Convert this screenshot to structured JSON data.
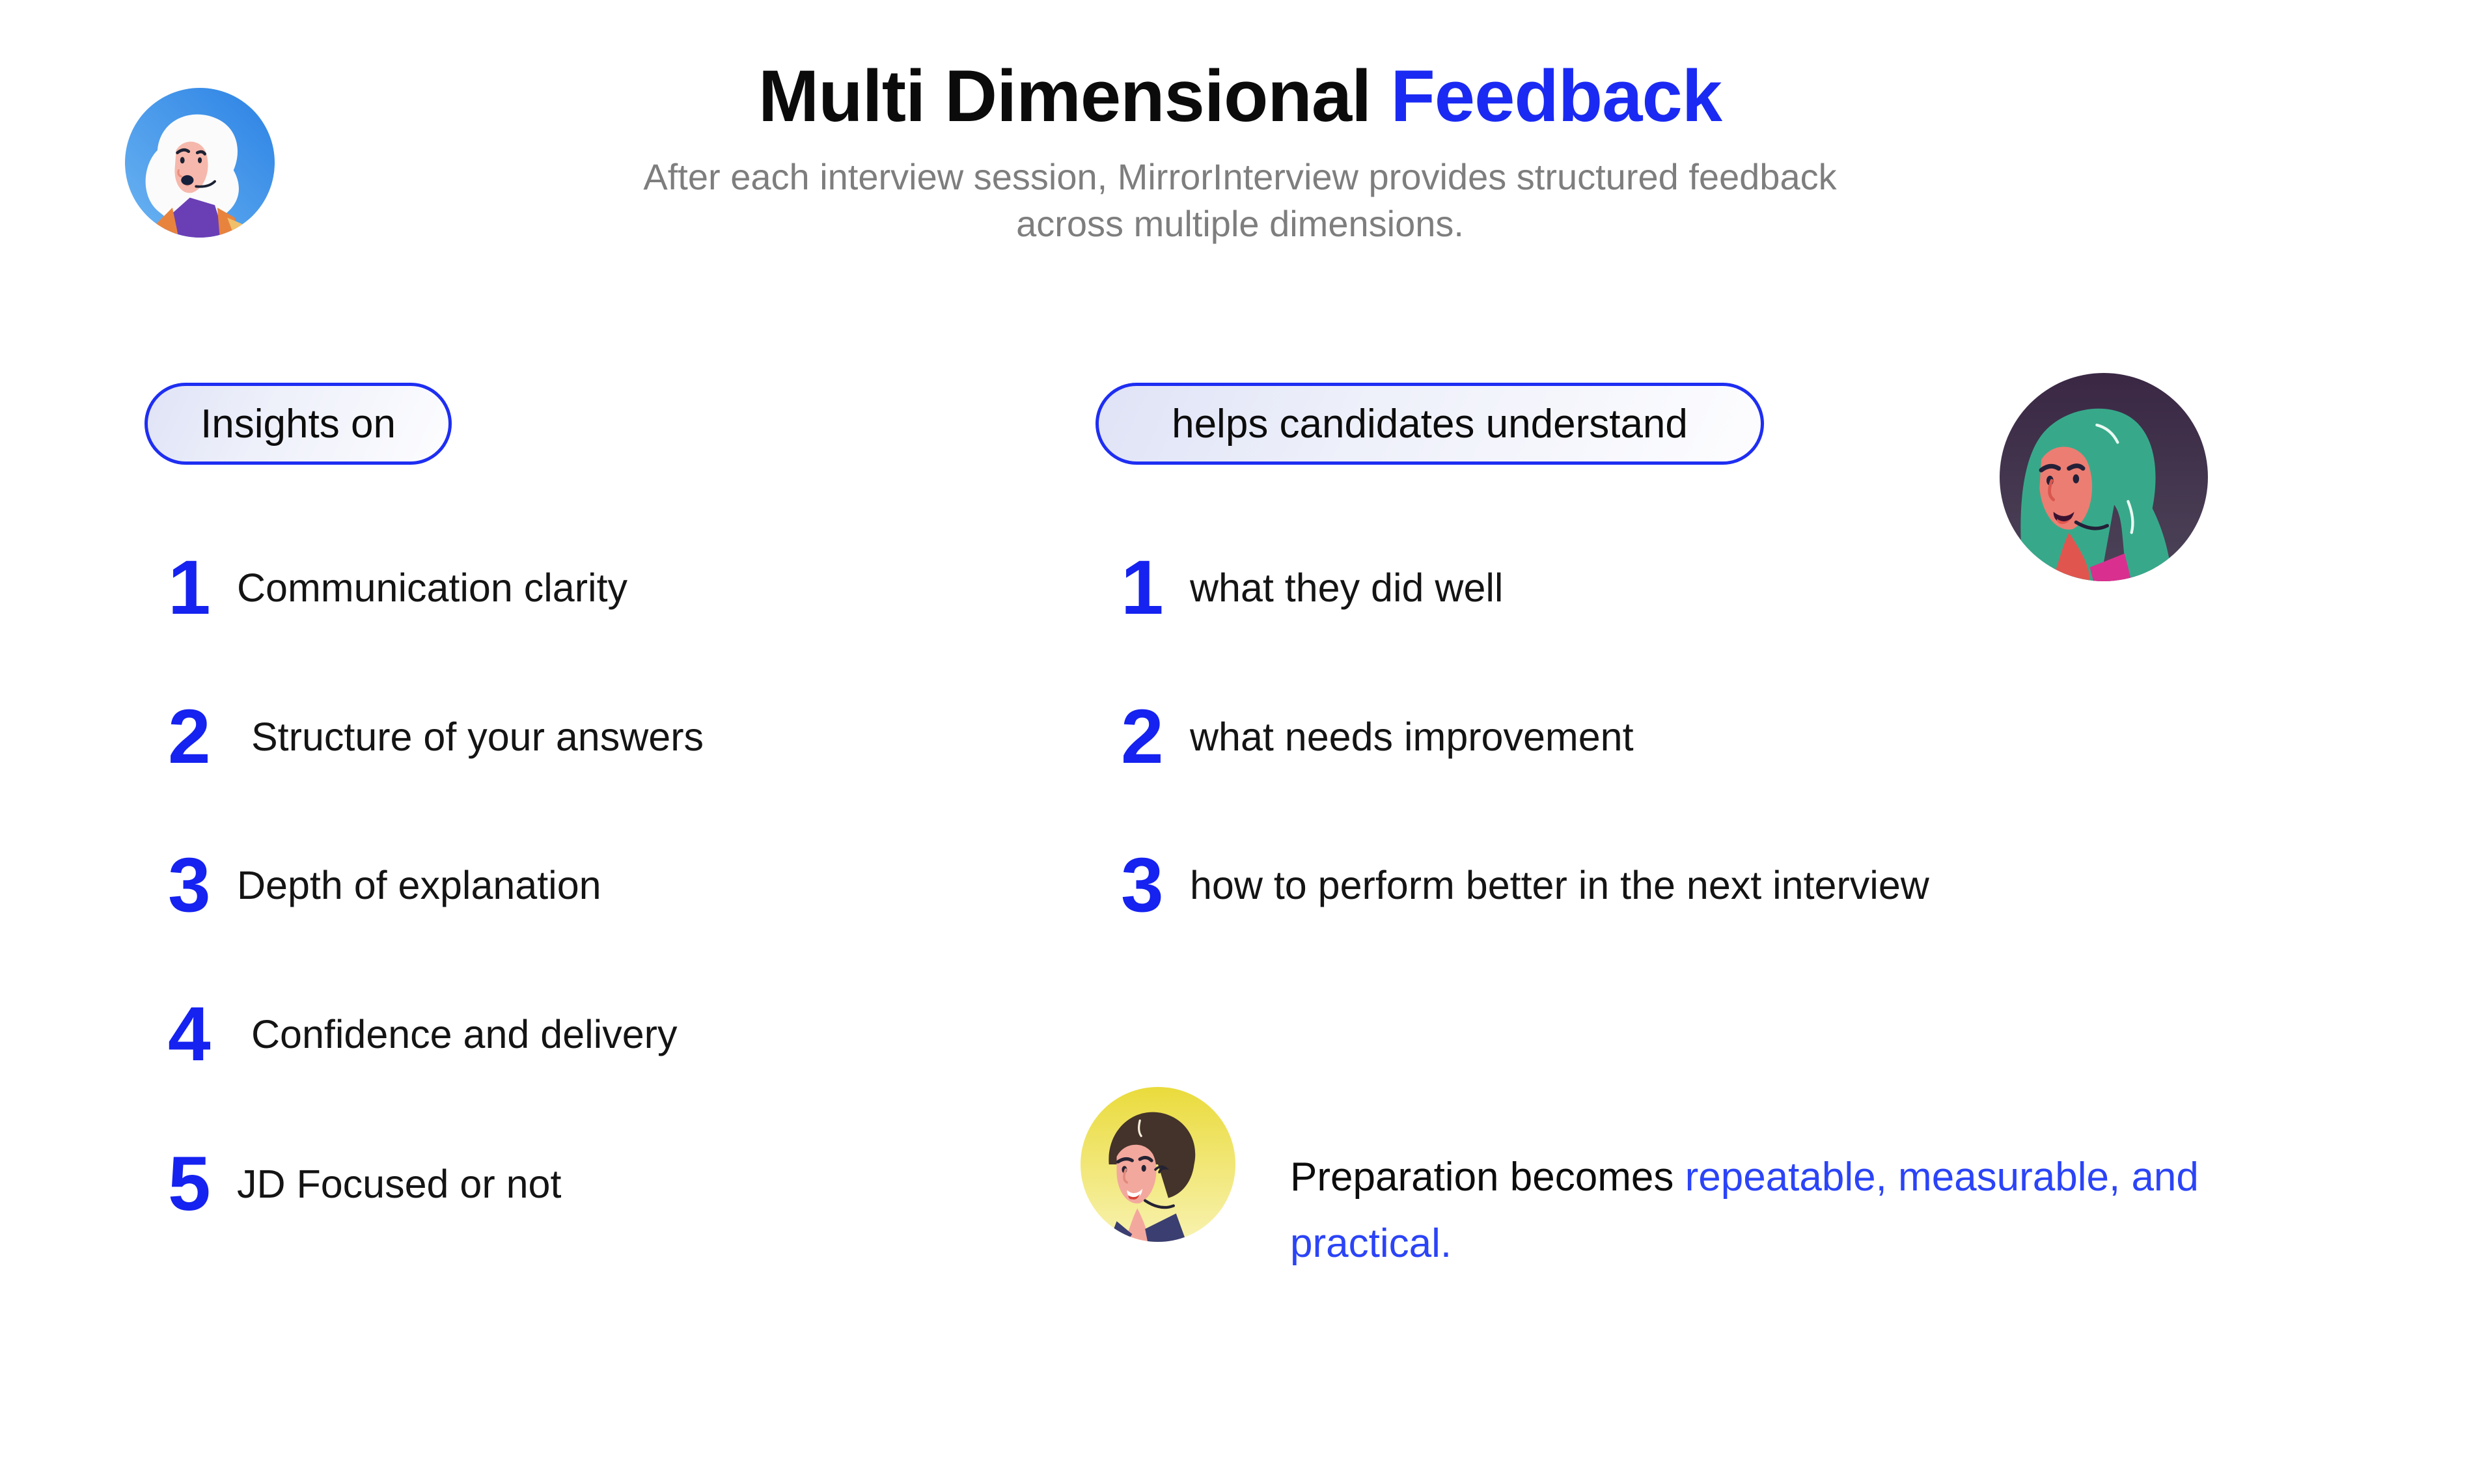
{
  "header": {
    "title_black": "Multi Dimensional",
    "title_blue": "Feedback",
    "subtitle_line1": "After each interview session, MirrorInterview provides structured feedback",
    "subtitle_line2": "across multiple dimensions."
  },
  "left_panel": {
    "pill_label": "Insights on",
    "items": [
      {
        "num": "1",
        "label": "Communication clarity"
      },
      {
        "num": "2",
        "label": "Structure of your answers"
      },
      {
        "num": "3",
        "label": "Depth of explanation"
      },
      {
        "num": "4",
        "label": "Confidence and delivery"
      },
      {
        "num": "5",
        "label": "JD Focused or not"
      }
    ]
  },
  "right_panel": {
    "pill_label": "helps candidates understand",
    "items": [
      {
        "num": "1",
        "label": "what they did well"
      },
      {
        "num": "2",
        "label": "what needs improvement"
      },
      {
        "num": "3",
        "label": "how to perform better in the next interview"
      }
    ]
  },
  "footer": {
    "text_black": "Preparation becomes",
    "text_blue": "repeatable, measurable, and practical."
  },
  "avatars": [
    {
      "name": "woman-white-hair-blue-circle"
    },
    {
      "name": "woman-green-hair-purple-circle"
    },
    {
      "name": "man-brown-hair-yellow-circle"
    }
  ],
  "colors": {
    "accent_blue": "#1a2af2",
    "number_blue": "#1522f0",
    "footer_blue": "#2b44f7",
    "pill_border_blue": "#1e2ef2",
    "subtitle_gray": "#7e7e7e",
    "avatar1_circle": "#2b82e4",
    "avatar2_circle": "#3a2744",
    "avatar2_hair": "#37a98a",
    "avatar3_circle": "#eadb3c"
  }
}
